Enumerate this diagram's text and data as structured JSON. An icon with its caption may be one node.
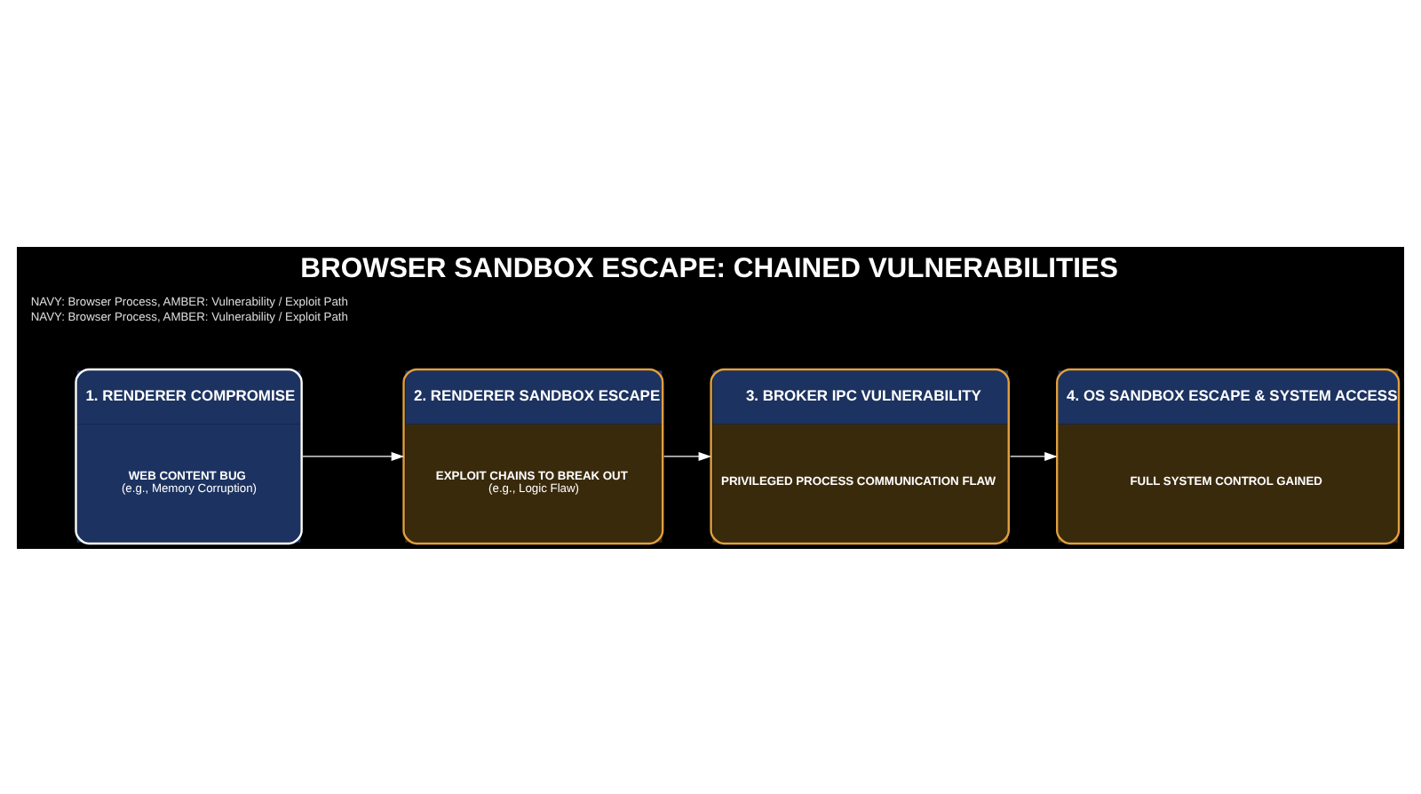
{
  "diagram": {
    "title": "BROWSER SANDBOX ESCAPE: CHAINED VULNERABILITIES",
    "nodes": [
      {
        "text": [
          "1. RENDERER COMPROMISE",
          "WEB CONTENT BUG",
          "(e.g., Memory Corruption)"
        ]
      },
      {
        "text": [
          "2. RENDERER SANDBOX ESCAPE",
          "EXPLOIT CHAINS TO BREAK OUT",
          "(e.g., Logic Flaw)"
        ]
      },
      {
        "text": [
          "3. BROKER IPC VULNERABILITY",
          "PRIVILEGED PROCESS COMMUNICATION FLAW"
        ]
      },
      {
        "text": [
          "4. OS SANDBOX ESCAPE & SYSTEM ACCESS",
          "FULL SYSTEM CONTROL GAINED"
        ]
      }
    ],
    "edges": [
      {
        "from": 0,
        "to": 1,
        "arrow": "to"
      },
      {
        "from": 1,
        "to": 2,
        "arrow": "to"
      },
      {
        "from": 2,
        "to": 3,
        "arrow": "to"
      }
    ],
    "labels": [
      "NAVY: Browser Process, AMBER: Vulnerability / Exploit Path",
      "NAVY: Browser Process, AMBER: Vulnerability / Exploit Path"
    ]
  }
}
